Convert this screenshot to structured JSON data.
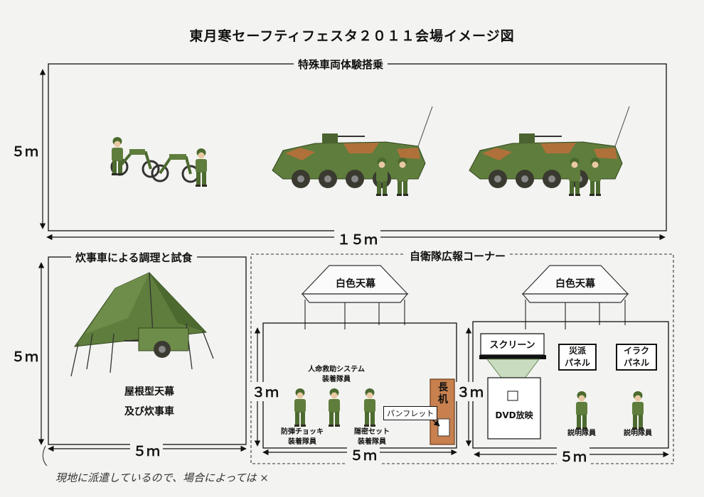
{
  "title": "東月寒セーフティフェスタ２０１１会場イメージ図",
  "top_section": {
    "label": "特殊車両体験搭乗",
    "height_label": "５ｍ",
    "width_label": "１５ｍ"
  },
  "kitchen_section": {
    "label": "炊事車による調理と試食",
    "height_label": "５ｍ",
    "width_label": "５ｍ",
    "caption_line1": "屋根型天幕",
    "caption_line2": "及び炊事車"
  },
  "pr_section": {
    "label": "自衛隊広報コーナー",
    "left_tent": "白色天幕",
    "right_tent": "白色天幕",
    "left_height": "３ｍ",
    "left_width": "５ｍ",
    "right_height": "３ｍ",
    "right_width": "５ｍ",
    "rescue_line1": "人命救助システム",
    "rescue_line2": "装着隊員",
    "vest_line1": "防弾チョッキ",
    "vest_line2": "装着隊員",
    "stealth_line1": "隠密セット",
    "stealth_line2": "装着隊員",
    "desk": "長机",
    "pamphlet": "パンフレット",
    "screen": "スクリーン",
    "dvd": "DVD放映",
    "disaster_line1": "災派",
    "disaster_line2": "パネル",
    "iraq_line1": "イラク",
    "iraq_line2": "パネル",
    "explainer1": "説明隊員",
    "explainer2": "説明隊員"
  },
  "handwritten_note": "現地に派遣しているので、場合によっては ×",
  "colors": {
    "olive": "#5f7d3c",
    "olive_dark": "#3f5a28",
    "camo_brown": "#b0703a",
    "desk": "#c8804e",
    "screen_green": "#c9dcc0"
  },
  "icons": [
    "soldier-icon",
    "motorcycle-icon",
    "armored-vehicle-icon",
    "field-kitchen-icon",
    "tent-icon"
  ]
}
